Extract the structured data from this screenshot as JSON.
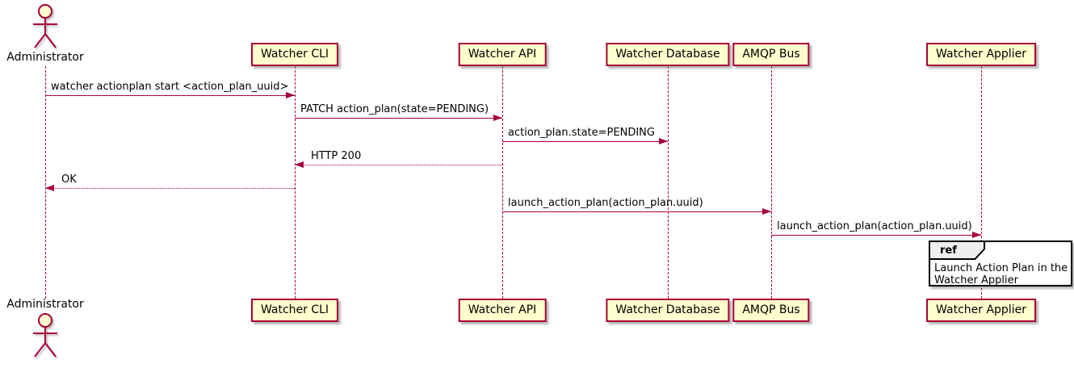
{
  "colors": {
    "participant_fill": "#FEFECE",
    "line_color": "#A80036",
    "ref_border": "#000000",
    "ref_header_fill": "#EEEEEE",
    "text_color": "#000000",
    "background": "#FFFFFF"
  },
  "diagram": {
    "actor": {
      "name": "Administrator"
    },
    "participants": [
      {
        "name": "Watcher CLI"
      },
      {
        "name": "Watcher API"
      },
      {
        "name": "Watcher Database"
      },
      {
        "name": "AMQP Bus"
      },
      {
        "name": "Watcher Applier"
      }
    ],
    "messages": [
      {
        "from": "Administrator",
        "to": "Watcher CLI",
        "label": "watcher actionplan start <action_plan_uuid>",
        "type": "sync"
      },
      {
        "from": "Watcher CLI",
        "to": "Watcher API",
        "label": "PATCH action_plan(state=PENDING)",
        "type": "sync"
      },
      {
        "from": "Watcher API",
        "to": "Watcher Database",
        "label": "action_plan.state=PENDING",
        "type": "sync"
      },
      {
        "from": "Watcher API",
        "to": "Watcher CLI",
        "label": "HTTP 200",
        "type": "return"
      },
      {
        "from": "Watcher CLI",
        "to": "Administrator",
        "label": "OK",
        "type": "return"
      },
      {
        "from": "Watcher API",
        "to": "AMQP Bus",
        "label": "launch_action_plan(action_plan.uuid)",
        "type": "sync"
      },
      {
        "from": "AMQP Bus",
        "to": "Watcher Applier",
        "label": "launch_action_plan(action_plan.uuid)",
        "type": "sync"
      }
    ],
    "ref": {
      "keyword": "ref",
      "over": "Watcher Applier",
      "text_lines": [
        "Launch Action Plan in the",
        "Watcher Applier"
      ]
    }
  }
}
